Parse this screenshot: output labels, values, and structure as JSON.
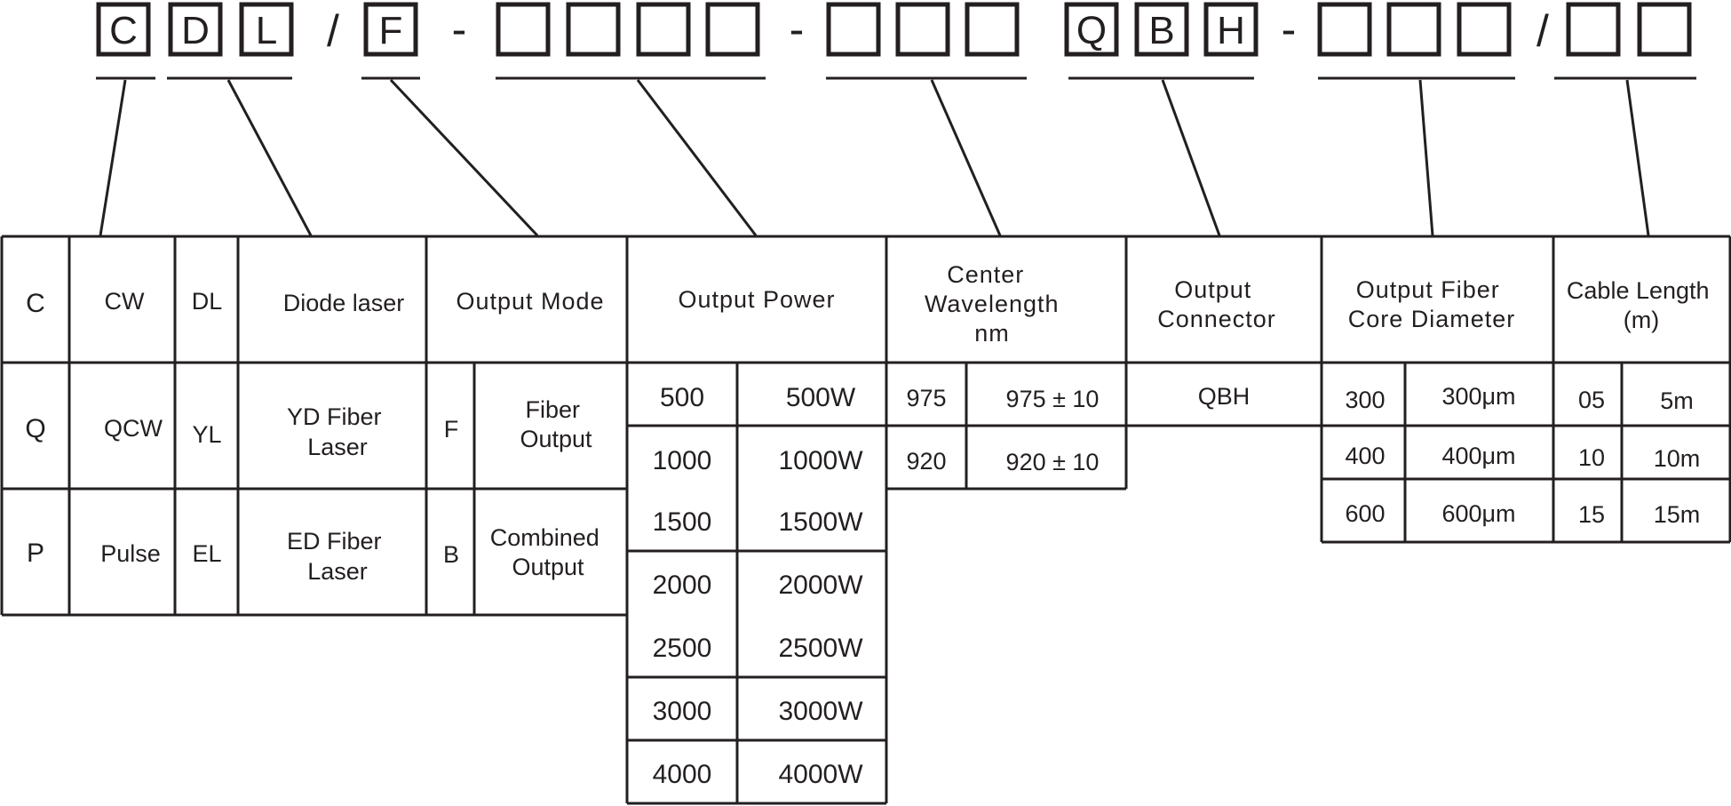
{
  "code_boxes": [
    "C",
    "D",
    "L",
    "F",
    "",
    "",
    "",
    "",
    "",
    "",
    "",
    "Q",
    "B",
    "H",
    "",
    "",
    "",
    "",
    ""
  ],
  "separators": [
    "/",
    "-",
    "-",
    "-",
    "/"
  ],
  "headers": {
    "output_mode": "Output Mode",
    "output_power": "Output Power",
    "center_wavelength": [
      "Center",
      "Wavelength",
      "nm"
    ],
    "output_connector": [
      "Output",
      "Connector"
    ],
    "fiber_core": [
      "Output Fiber",
      "Core Diameter"
    ],
    "cable_length": [
      "Cable Length",
      "(m)"
    ]
  },
  "operation_modes": [
    {
      "code": "C",
      "name": "CW"
    },
    {
      "code": "Q",
      "name": "QCW"
    },
    {
      "code": "P",
      "name": "Pulse"
    }
  ],
  "laser_types": [
    {
      "code": "DL",
      "name": [
        "Diode laser"
      ]
    },
    {
      "code": "YL",
      "name": [
        "YD Fiber",
        "Laser"
      ]
    },
    {
      "code": "EL",
      "name": [
        "ED Fiber",
        "Laser"
      ]
    }
  ],
  "output_modes": [
    {
      "code": "F",
      "name": [
        "Fiber",
        "Output"
      ]
    },
    {
      "code": "B",
      "name": [
        "Combined",
        "Output"
      ]
    }
  ],
  "output_power": [
    {
      "code": "500",
      "value": "500W"
    },
    {
      "code": "1000",
      "value": "1000W"
    },
    {
      "code": "1500",
      "value": "1500W"
    },
    {
      "code": "2000",
      "value": "2000W"
    },
    {
      "code": "2500",
      "value": "2500W"
    },
    {
      "code": "3000",
      "value": "3000W"
    },
    {
      "code": "4000",
      "value": "4000W"
    }
  ],
  "center_wavelength": [
    {
      "code": "975",
      "value": "975 ± 10"
    },
    {
      "code": "920",
      "value": "920 ± 10"
    }
  ],
  "output_connector": [
    "QBH"
  ],
  "fiber_core": [
    {
      "code": "300",
      "value": "300μm"
    },
    {
      "code": "400",
      "value": "400μm"
    },
    {
      "code": "600",
      "value": "600μm"
    }
  ],
  "cable_length": [
    {
      "code": "05",
      "value": "5m"
    },
    {
      "code": "10",
      "value": "10m"
    },
    {
      "code": "15",
      "value": "15m"
    }
  ]
}
